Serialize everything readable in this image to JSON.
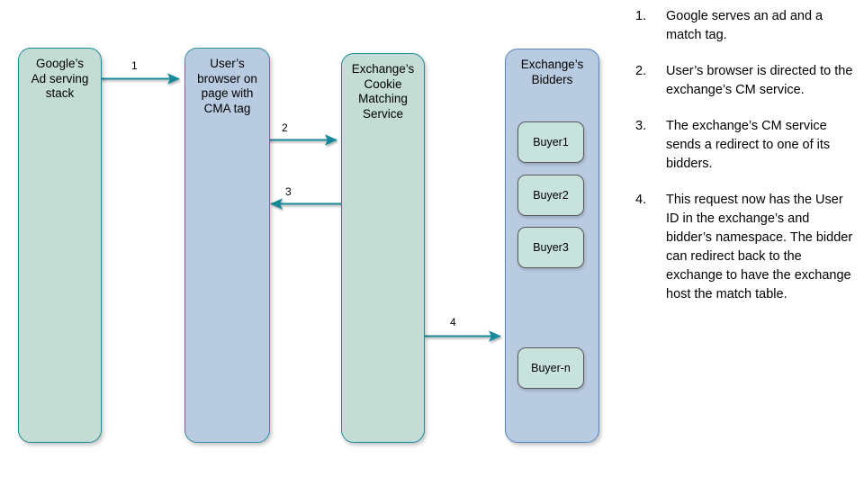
{
  "diagram": {
    "nodes": [
      {
        "id": "ad-serving-stack",
        "label": "Google’s\nAd serving\nstack",
        "style": "green"
      },
      {
        "id": "user-browser",
        "label": "User’s\nbrowser on\npage with\nCMA tag",
        "style": "blue-teal"
      },
      {
        "id": "cookie-matching-service",
        "label": "Exchange’s\nCookie\nMatching\nService",
        "style": "green"
      },
      {
        "id": "exchange-bidders",
        "label": "Exchange’s\nBidders",
        "style": "blue"
      }
    ],
    "buyers": [
      {
        "id": "buyer1",
        "label": "Buyer1"
      },
      {
        "id": "buyer2",
        "label": "Buyer2"
      },
      {
        "id": "buyer3",
        "label": "Buyer3"
      },
      {
        "id": "buyer-n",
        "label": "Buyer-n"
      }
    ],
    "arrows": [
      {
        "id": "arrow-1",
        "number": "1",
        "from": "ad-serving-stack",
        "to": "user-browser",
        "direction": "right"
      },
      {
        "id": "arrow-2",
        "number": "2",
        "from": "user-browser",
        "to": "cookie-matching-service",
        "direction": "right"
      },
      {
        "id": "arrow-3",
        "number": "3",
        "from": "cookie-matching-service",
        "to": "user-browser",
        "direction": "left"
      },
      {
        "id": "arrow-4",
        "number": "4",
        "from": "cookie-matching-service",
        "to": "exchange-bidders",
        "direction": "right"
      }
    ],
    "colors": {
      "green_fill": "#c3ddd4",
      "green_border": "#1c8a96",
      "blue_fill": "#b9cbe0",
      "blue_border": "#5a81c0",
      "buyer_fill": "#c8e2dd",
      "buyer_border": "#595959",
      "arrow": "#18889a",
      "text": "#000000",
      "background": "#ffffff"
    }
  },
  "steps": [
    {
      "number": "1.",
      "text": "Google serves an ad and a match tag."
    },
    {
      "number": "2.",
      "text": "User’s browser is directed to the exchange’s CM service."
    },
    {
      "number": "3.",
      "text": "The exchange’s CM service sends a redirect to one of its bidders."
    },
    {
      "number": "4.",
      "text": "This request now has the User ID in the exchange’s and bidder’s namespace. The bidder can redirect back to the exchange to have the exchange host the match table."
    }
  ]
}
